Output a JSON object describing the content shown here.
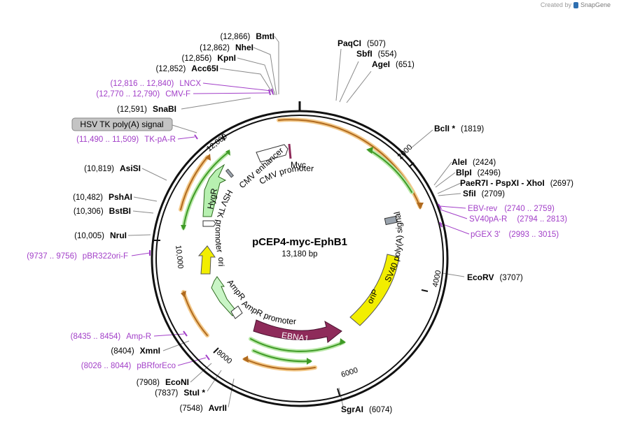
{
  "credit": {
    "prefix": "Created by",
    "brand": "SnapGene"
  },
  "plasmid": {
    "name": "pCEP4-myc-EphB1",
    "size_label": "13,180 bp",
    "length": 13180
  },
  "ticks": [
    {
      "bp": 2000,
      "label": "2000"
    },
    {
      "bp": 4000,
      "label": "4000"
    },
    {
      "bp": 6000,
      "label": "6000"
    },
    {
      "bp": 8000,
      "label": "8000"
    },
    {
      "bp": 10000,
      "label": "10,000"
    },
    {
      "bp": 12000,
      "label": "12,000"
    }
  ],
  "enzymes": [
    {
      "name": "BmtI",
      "pos": "(12,866)",
      "bp": 12866,
      "side": "left"
    },
    {
      "name": "NheI",
      "pos": "(12,862)",
      "bp": 12862,
      "side": "left"
    },
    {
      "name": "KpnI",
      "pos": "(12,856)",
      "bp": 12856,
      "side": "left"
    },
    {
      "name": "Acc65I",
      "pos": "(12,852)",
      "bp": 12852,
      "side": "left"
    },
    {
      "name": "SnaBI",
      "pos": "(12,591)",
      "bp": 12591,
      "side": "left"
    },
    {
      "name": "AsiSI",
      "pos": "(10,819)",
      "bp": 10819,
      "side": "left"
    },
    {
      "name": "PshAI",
      "pos": "(10,482)",
      "bp": 10482,
      "side": "left"
    },
    {
      "name": "BstBI",
      "pos": "(10,306)",
      "bp": 10306,
      "side": "left"
    },
    {
      "name": "NruI",
      "pos": "(10,005)",
      "bp": 10005,
      "side": "left"
    },
    {
      "name": "XmnI",
      "pos": "(8404)",
      "bp": 8404,
      "side": "left"
    },
    {
      "name": "EcoNI",
      "pos": "(7908)",
      "bp": 7908,
      "side": "left"
    },
    {
      "name": "StuI *",
      "pos": "(7837)",
      "bp": 7837,
      "side": "left"
    },
    {
      "name": "AvrII",
      "pos": "(7548)",
      "bp": 7548,
      "side": "left"
    },
    {
      "name": "PaqCI",
      "pos": "(507)",
      "bp": 507,
      "side": "right"
    },
    {
      "name": "SbfI",
      "pos": "(554)",
      "bp": 554,
      "side": "right"
    },
    {
      "name": "AgeI",
      "pos": "(651)",
      "bp": 651,
      "side": "right"
    },
    {
      "name": "BclI *",
      "pos": "(1819)",
      "bp": 1819,
      "side": "right"
    },
    {
      "name": "AleI",
      "pos": "(2424)",
      "bp": 2424,
      "side": "right"
    },
    {
      "name": "BlpI",
      "pos": "(2496)",
      "bp": 2496,
      "side": "right"
    },
    {
      "name": "PaeR7I - PspXI - XhoI",
      "pos": "(2697)",
      "bp": 2697,
      "side": "right"
    },
    {
      "name": "SfiI",
      "pos": "(2709)",
      "bp": 2709,
      "side": "right"
    },
    {
      "name": "EcoRV",
      "pos": "(3707)",
      "bp": 3707,
      "side": "right"
    },
    {
      "name": "SgrAI",
      "pos": "(6074)",
      "bp": 6074,
      "side": "right"
    }
  ],
  "primers": [
    {
      "name": "LNCX",
      "pos": "(12,816 .. 12,840)",
      "bp": 12828,
      "side": "left"
    },
    {
      "name": "CMV-F",
      "pos": "(12,770 .. 12,790)",
      "bp": 12780,
      "side": "left"
    },
    {
      "name": "TK-pA-R",
      "pos": "(11,490 .. 11,509)",
      "bp": 11500,
      "side": "left"
    },
    {
      "name": "pBR322ori-F",
      "pos": "(9737 .. 9756)",
      "bp": 9746,
      "side": "left"
    },
    {
      "name": "Amp-R",
      "pos": "(8435 .. 8454)",
      "bp": 8444,
      "side": "left"
    },
    {
      "name": "pBRforEco",
      "pos": "(8026 .. 8044)",
      "bp": 8035,
      "side": "left"
    },
    {
      "name": "EBV-rev",
      "pos": "(2740 .. 2759)",
      "bp": 2750,
      "side": "right"
    },
    {
      "name": "SV40pA-R",
      "pos": "(2794 .. 2813)",
      "bp": 2803,
      "side": "right"
    },
    {
      "name": "pGEX 3'",
      "pos": "(2993 .. 3015)",
      "bp": 3004,
      "side": "right"
    }
  ],
  "boxed_feature": {
    "label": "HSV TK poly(A) signal"
  },
  "features": [
    {
      "label": "Myc"
    },
    {
      "label": "CMV enhancer"
    },
    {
      "label": "CMV promoter"
    },
    {
      "label": "HygR"
    },
    {
      "label": "HSV TK promoter"
    },
    {
      "label": "ori"
    },
    {
      "label": "AmpR"
    },
    {
      "label": "AmpR promoter"
    },
    {
      "label": "EBNA1"
    },
    {
      "label": "oriP"
    },
    {
      "label": "SV40 poly(A) signal"
    }
  ],
  "colors": {
    "backbone": "#111111",
    "enzyme_line": "#8a8a8a",
    "primer": "#a23fc8",
    "orf_orange": "#d9893a",
    "orf_green": "#3f9a26",
    "hygr_fill": "#b7f0b0",
    "ampr_fill": "#c9f5c6",
    "ori_fill": "#f2ee00",
    "orip_fill": "#f2ee00",
    "ebna1_fill": "#8e2b5a",
    "promoter_fill": "#ffffff",
    "polya_fill": "#9aa3ad"
  }
}
